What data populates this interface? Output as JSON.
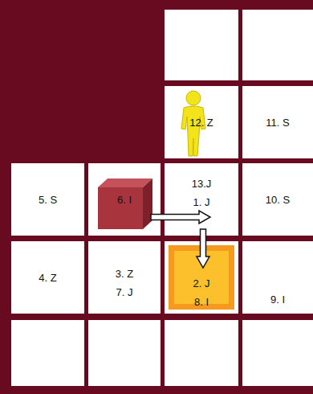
{
  "diagram": {
    "nodes": [
      {
        "text": [
          "12. Z"
        ]
      },
      {
        "text": [
          "11. S"
        ]
      },
      {
        "text": [
          "5. S"
        ]
      },
      {
        "text": [
          "6. I"
        ]
      },
      {
        "text": [
          "13.J",
          "1. J"
        ]
      },
      {
        "text": [
          "10. S"
        ]
      },
      {
        "text": [
          "4. Z"
        ]
      },
      {
        "text": [
          "3. Z",
          "7. J"
        ]
      },
      {
        "text": [
          "2. J",
          "8. I"
        ]
      },
      {
        "text": [
          "9. I"
        ]
      }
    ],
    "edges": [
      {
        "from": 3,
        "to": 4,
        "arrow": "to"
      },
      {
        "from": 4,
        "to": 8,
        "arrow": "to"
      }
    ]
  }
}
